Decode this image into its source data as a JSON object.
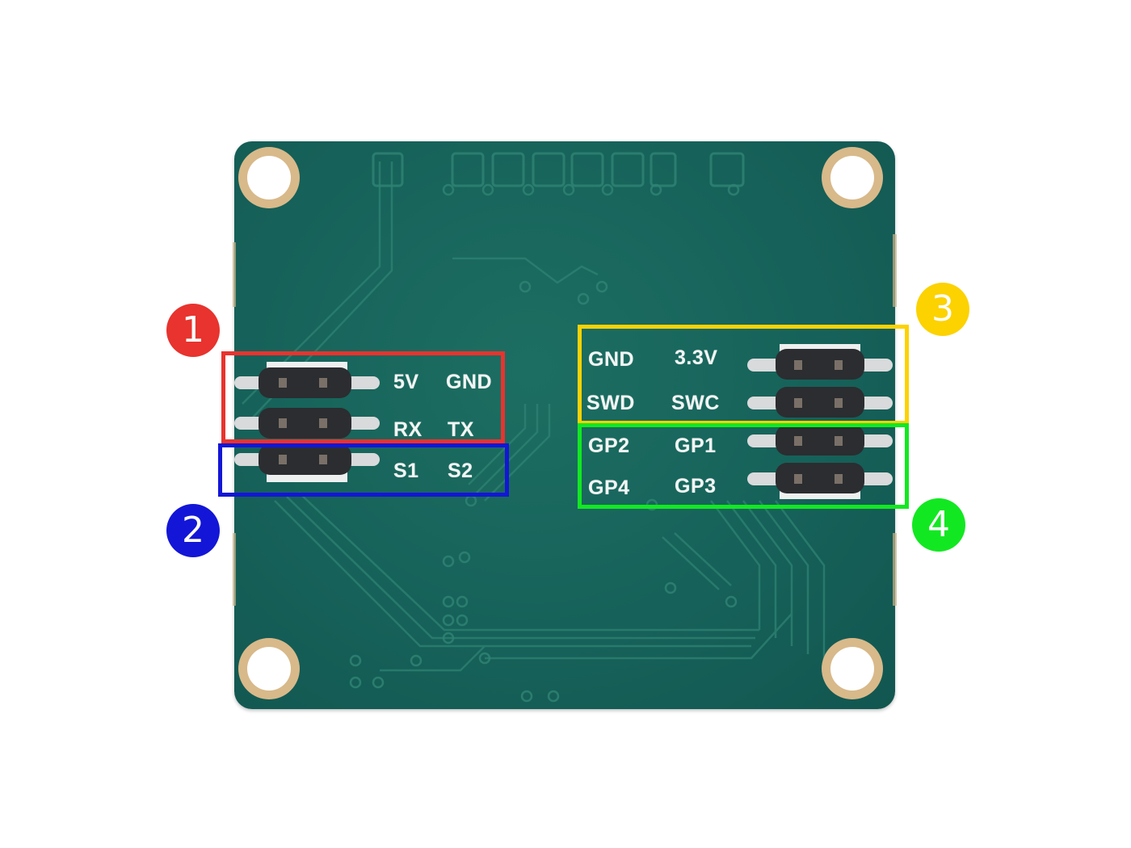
{
  "silkscreen": {
    "left_header": {
      "row1": [
        "5V",
        "GND"
      ],
      "row2": [
        "RX",
        "TX"
      ],
      "row3": [
        "S1",
        "S2"
      ]
    },
    "right_header": {
      "row1": [
        "GND",
        "3.3V"
      ],
      "row2": [
        "SWD",
        "SWC"
      ],
      "row3": [
        "GP2",
        "GP1"
      ],
      "row4": [
        "GP4",
        "GP3"
      ]
    }
  },
  "callouts": [
    {
      "number": "1",
      "color": "#e8332e"
    },
    {
      "number": "2",
      "color": "#1316d6"
    },
    {
      "number": "3",
      "color": "#fcd200"
    },
    {
      "number": "4",
      "color": "#12e821"
    }
  ],
  "colors": {
    "board": "#16625a",
    "mounting_hole_ring": "#d8b98a",
    "pin_header": "#2b2d30",
    "pin_metal": "#d9dadb"
  }
}
